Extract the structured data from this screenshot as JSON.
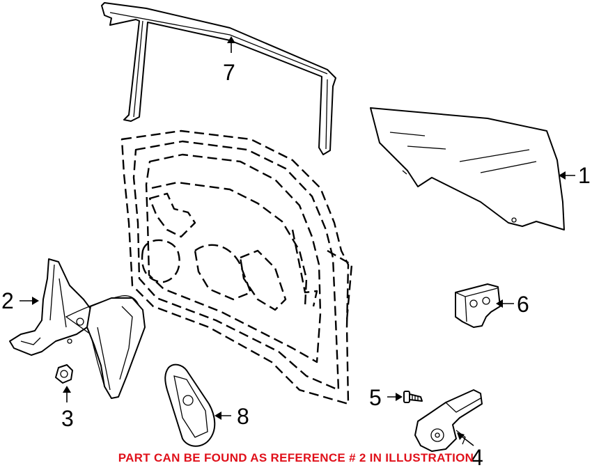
{
  "callouts": {
    "c1": "1",
    "c2": "2",
    "c3": "3",
    "c4": "4",
    "c5": "5",
    "c6": "6",
    "c7": "7",
    "c8": "8"
  },
  "note": "PART CAN BE FOUND AS REFERENCE # 2 IN ILLUSTRATION",
  "colors": {
    "note": "#e0101a",
    "lines": "#000000"
  }
}
